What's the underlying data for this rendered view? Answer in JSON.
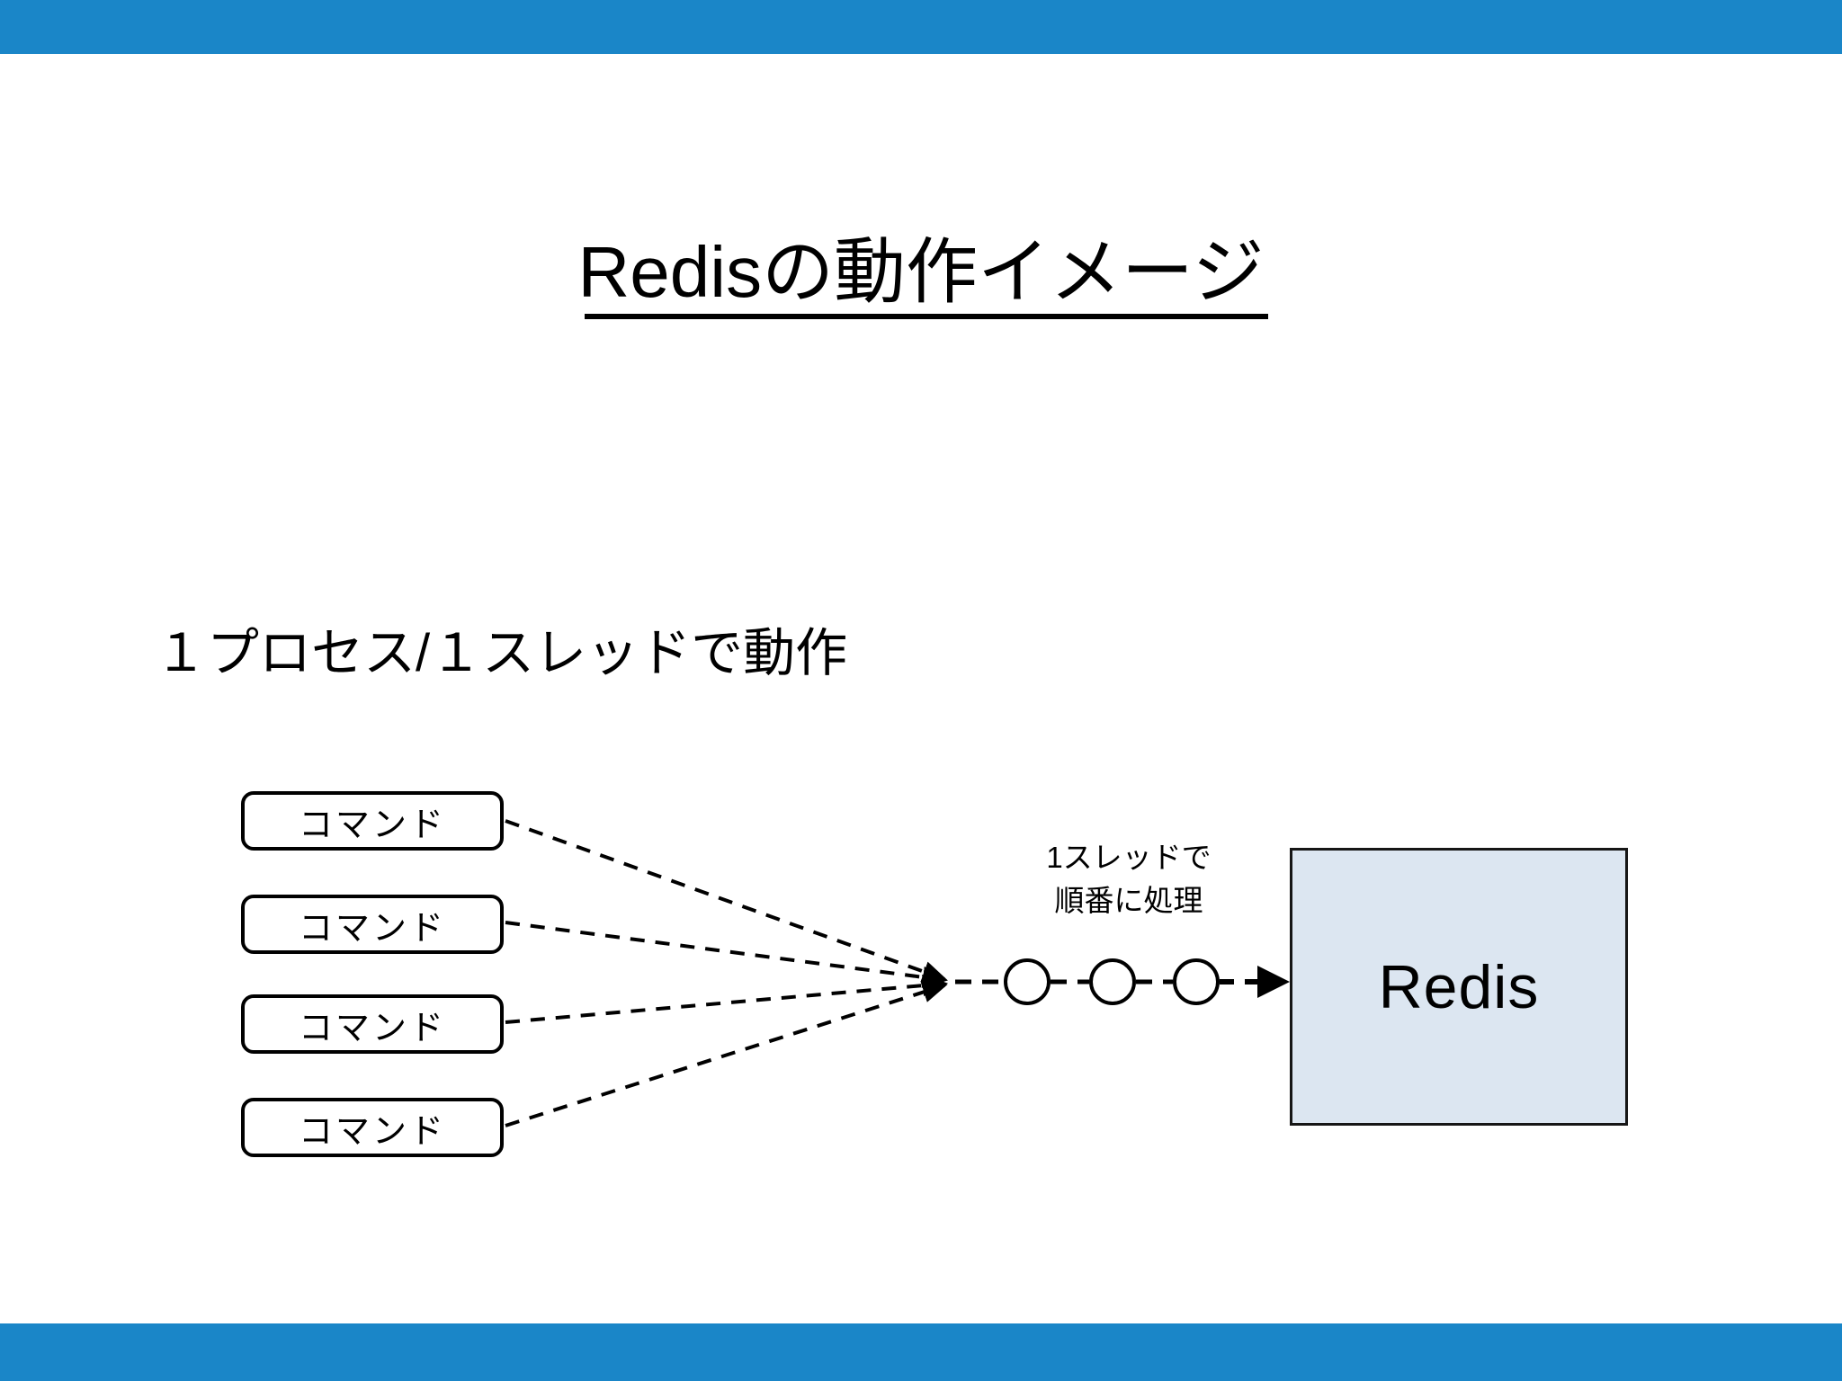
{
  "slide": {
    "title": "Redisの動作イメージ",
    "subtitle": "１プロセス/１スレッドで動作",
    "accent_color": "#1a86c8",
    "redis_box_fill": "#dce6f1",
    "line_color": "#000000"
  },
  "diagram": {
    "command_boxes": [
      {
        "label": "コマンド"
      },
      {
        "label": "コマンド"
      },
      {
        "label": "コマンド"
      },
      {
        "label": "コマンド"
      }
    ],
    "queue": {
      "label_line1": "1スレッドで",
      "label_line2": "順番に処理",
      "node_count": 3
    },
    "server": {
      "label": "Redis"
    }
  }
}
